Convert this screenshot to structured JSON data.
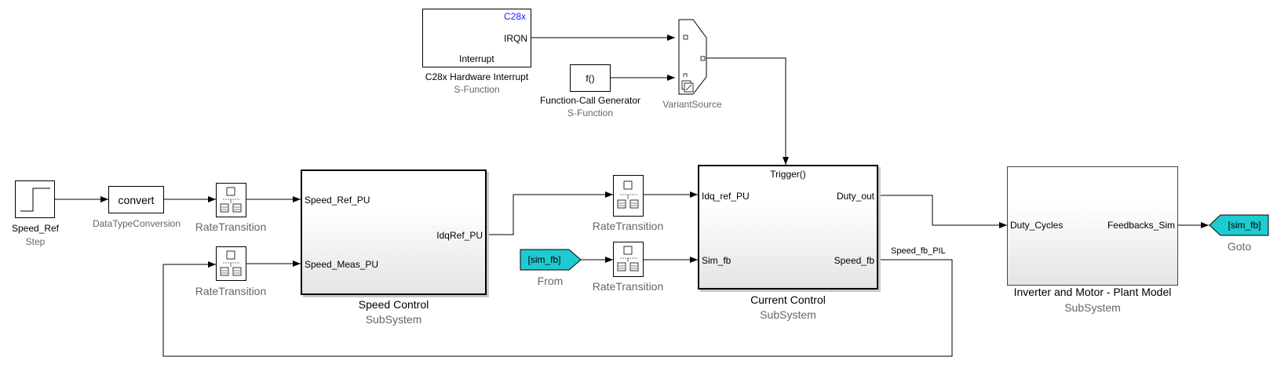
{
  "blocks": {
    "interrupt": {
      "vendor": "C28x",
      "port": "IRQN",
      "inner": "Interrupt",
      "name": "C28x Hardware Interrupt",
      "type": "S-Function"
    },
    "fcg": {
      "inner": "f()",
      "name": "Function-Call Generator",
      "type": "S-Function"
    },
    "variant": {
      "type": "VariantSource"
    },
    "step": {
      "name": "Speed_Ref",
      "type": "Step"
    },
    "convert": {
      "inner": "convert",
      "type": "DataTypeConversion"
    },
    "rt1": {
      "name": "RateTransition"
    },
    "rt2": {
      "name": "RateTransition"
    },
    "rt3": {
      "name": "RateTransition"
    },
    "rt4": {
      "name": "RateTransition"
    },
    "speed_control": {
      "in1": "Speed_Ref_PU",
      "in2": "Speed_Meas_PU",
      "out1": "IdqRef_PU",
      "name": "Speed Control",
      "type": "SubSystem"
    },
    "from": {
      "tag": "[sim_fb]",
      "name": "From"
    },
    "current_control": {
      "trigger": "Trigger()",
      "in1": "Idq_ref_PU",
      "in2": "Sim_fb",
      "out1": "Duty_out",
      "out2": "Speed_fb",
      "name": "Current Control",
      "type": "SubSystem"
    },
    "plant": {
      "in1": "Duty_Cycles",
      "out1": "Feedbacks_Sim",
      "name": "Inverter and Motor - Plant Model",
      "type": "SubSystem"
    },
    "goto": {
      "tag": "[sim_fb]",
      "name": "Goto"
    }
  },
  "signals": {
    "speed_fb_pil": "Speed_fb_PIL"
  },
  "colors": {
    "tag_fill": "#1ecbd0",
    "vendor_text": "#1a1aff",
    "subtitle": "#666666"
  }
}
